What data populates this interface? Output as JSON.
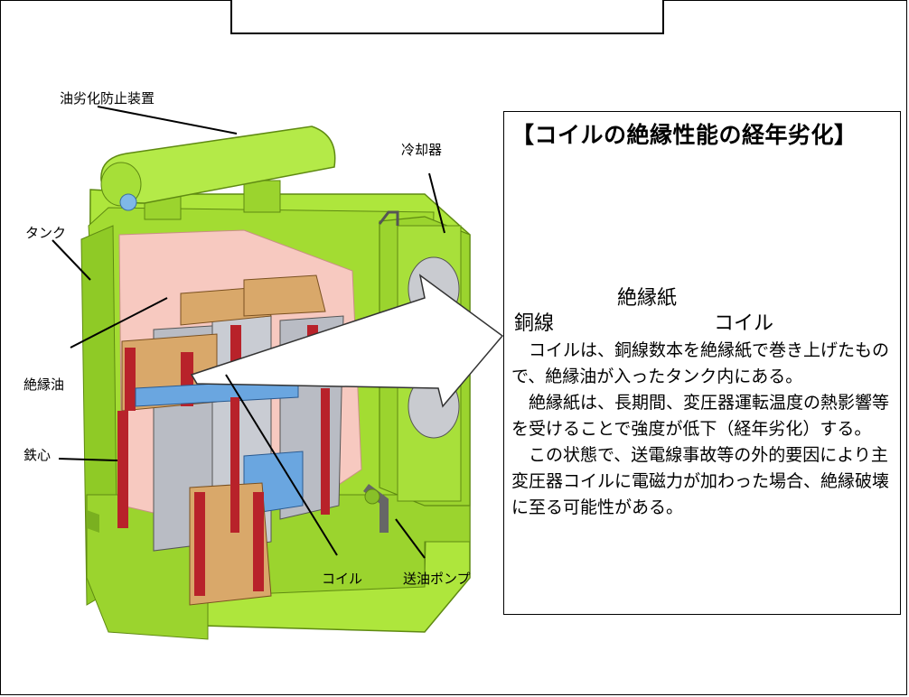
{
  "labels": {
    "oil_deterioration_device": "油劣化防止装置",
    "cooler": "冷却器",
    "tank": "タンク",
    "insulating_oil": "絶縁油",
    "iron_core": "鉄心",
    "coil": "コイル",
    "oil_pump": "送油ポンプ"
  },
  "panel": {
    "title": "【コイルの絶縁性能の経年劣化】",
    "insulating_paper": "絶縁紙",
    "copper_wire": "銅線",
    "coil": "コイル",
    "paragraphs": [
      "コイルは、銅線数本を絶縁紙で巻き上げたもので、絶縁油が入ったタンク内にある。",
      "絶縁紙は、長期間、変圧器運転温度の熱影響等を受けることで強度が低下（経年劣化）する。",
      "この状態で、送電線事故等の外的要因により主変圧器コイルに電磁力が加わった場合、絶縁破壊に至る可能性がある。"
    ]
  },
  "colors": {
    "tank_green": "#aee63c",
    "tank_dark": "#88c028",
    "oil_pink": "#f7c9c0",
    "wood": "#d9a86a",
    "coil_red": "#b8222a",
    "core_gray": "#b9bcc4",
    "blue": "#6aa6e0"
  }
}
